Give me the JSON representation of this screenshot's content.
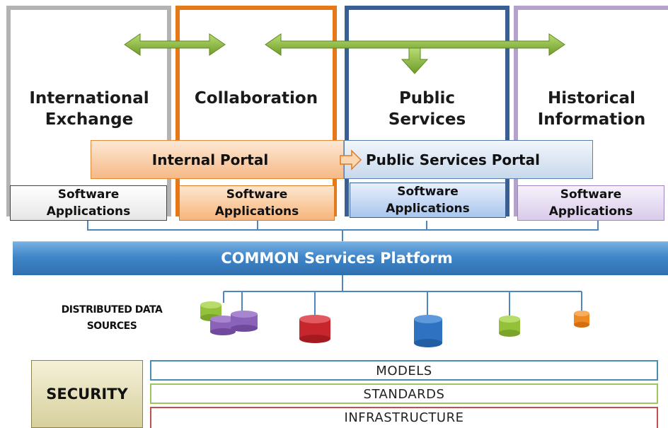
{
  "columns": [
    {
      "title_line1": "International",
      "title_line2": "Exchange",
      "software_line1": "Software",
      "software_line2": "Applications"
    },
    {
      "title_line1": "Collaboration",
      "title_line2": "",
      "software_line1": "Software",
      "software_line2": "Applications"
    },
    {
      "title_line1": "Public",
      "title_line2": "Services",
      "software_line1": "Software",
      "software_line2": "Applications"
    },
    {
      "title_line1": "Historical",
      "title_line2": "Information",
      "software_line1": "Software",
      "software_line2": "Applications"
    }
  ],
  "portals": {
    "internal": "Internal Portal",
    "public": "Public Services Portal"
  },
  "platform": "COMMON Services Platform",
  "data_sources": {
    "line1": "DISTRIBUTED DATA",
    "line2": "SOURCES"
  },
  "security": "SECURITY",
  "layers": {
    "models": "MODELS",
    "standards": "STANDARDS",
    "infrastructure": "INFRASTRUCTURE"
  },
  "colors": {
    "international": "#b3b3b3",
    "collaboration": "#e67817",
    "public_services": "#3a5f95",
    "historical": "#b4a2cc",
    "arrow_green": "#8ab83e",
    "platform_blue": "#3f86c8"
  }
}
